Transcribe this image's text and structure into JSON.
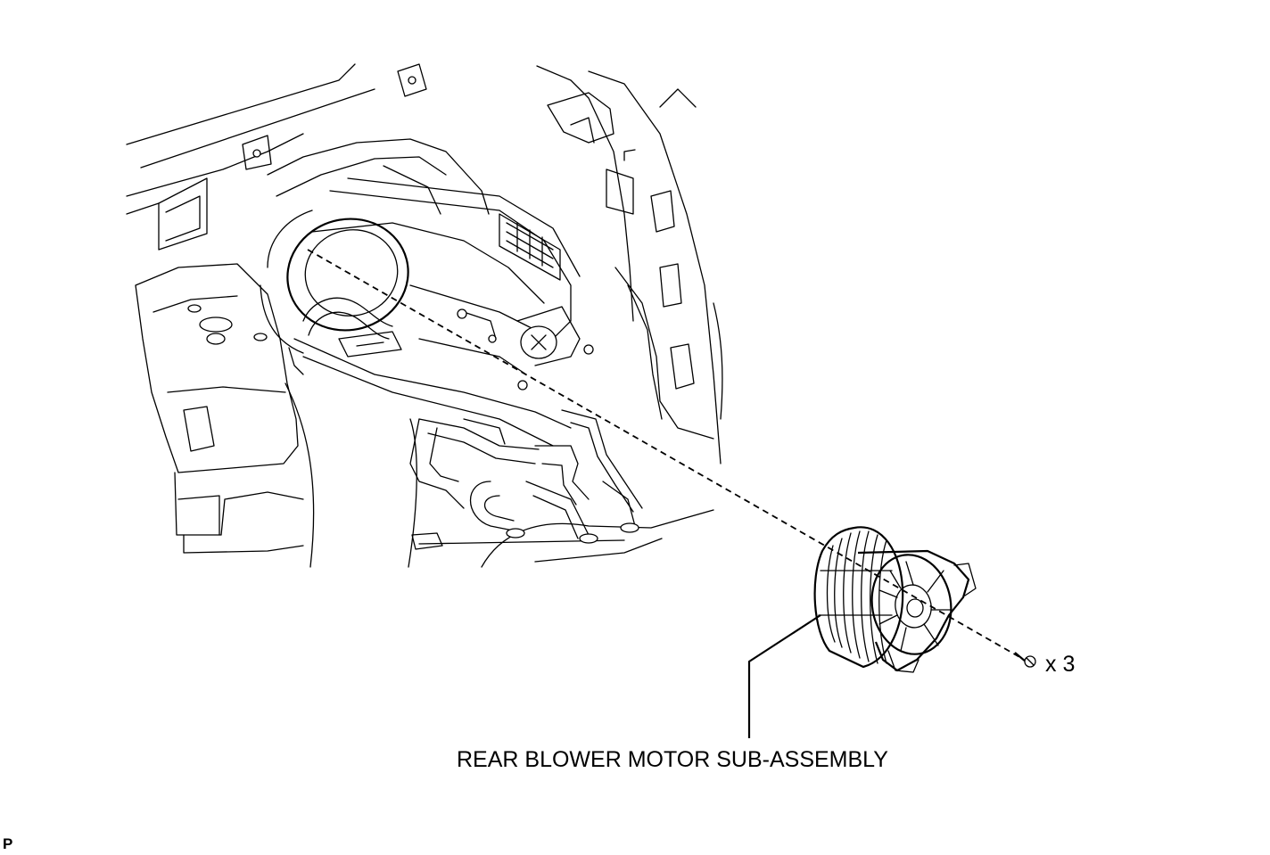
{
  "labels": {
    "part_name": "REAR BLOWER MOTOR SUB-ASSEMBLY",
    "quantity": "x 3",
    "corner_code": "P"
  },
  "colors": {
    "line": "#000000",
    "background": "#ffffff"
  }
}
